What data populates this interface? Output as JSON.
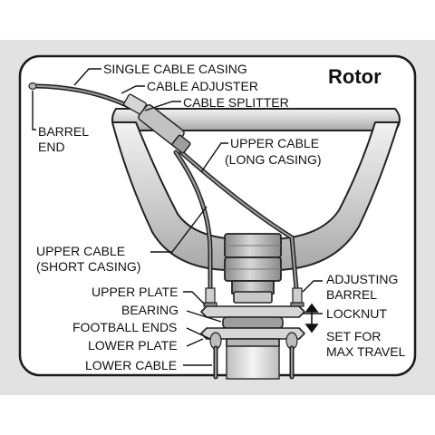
{
  "title": "Rotor",
  "labels": {
    "single_cable_casing": "SINGLE CABLE CASING",
    "cable_adjuster": "CABLE ADJUSTER",
    "cable_splitter": "CABLE SPLITTER",
    "barrel_end_1": "BARREL",
    "barrel_end_2": "END",
    "upper_cable_long_1": "UPPER CABLE",
    "upper_cable_long_2": "(LONG CASING)",
    "upper_cable_short_1": "UPPER CABLE",
    "upper_cable_short_2": "(SHORT CASING)",
    "adjusting_barrel_1": "ADJUSTING",
    "adjusting_barrel_2": "BARREL",
    "locknut": "LOCKNUT",
    "set_for_max_travel_1": "SET FOR",
    "set_for_max_travel_2": "MAX TRAVEL",
    "upper_plate": "UPPER PLATE",
    "bearing": "BEARING",
    "football_ends": "FOOTBALL ENDS",
    "lower_plate": "LOWER PLATE",
    "lower_cable": "LOWER CABLE"
  },
  "colors": {
    "panel_background": "#e2e2e2",
    "outside_background": "#ffffff",
    "metal_light": "#cccccc",
    "metal_mid": "#a8a8a8",
    "metal_dark": "#6e6e6e",
    "outline": "#222222"
  }
}
